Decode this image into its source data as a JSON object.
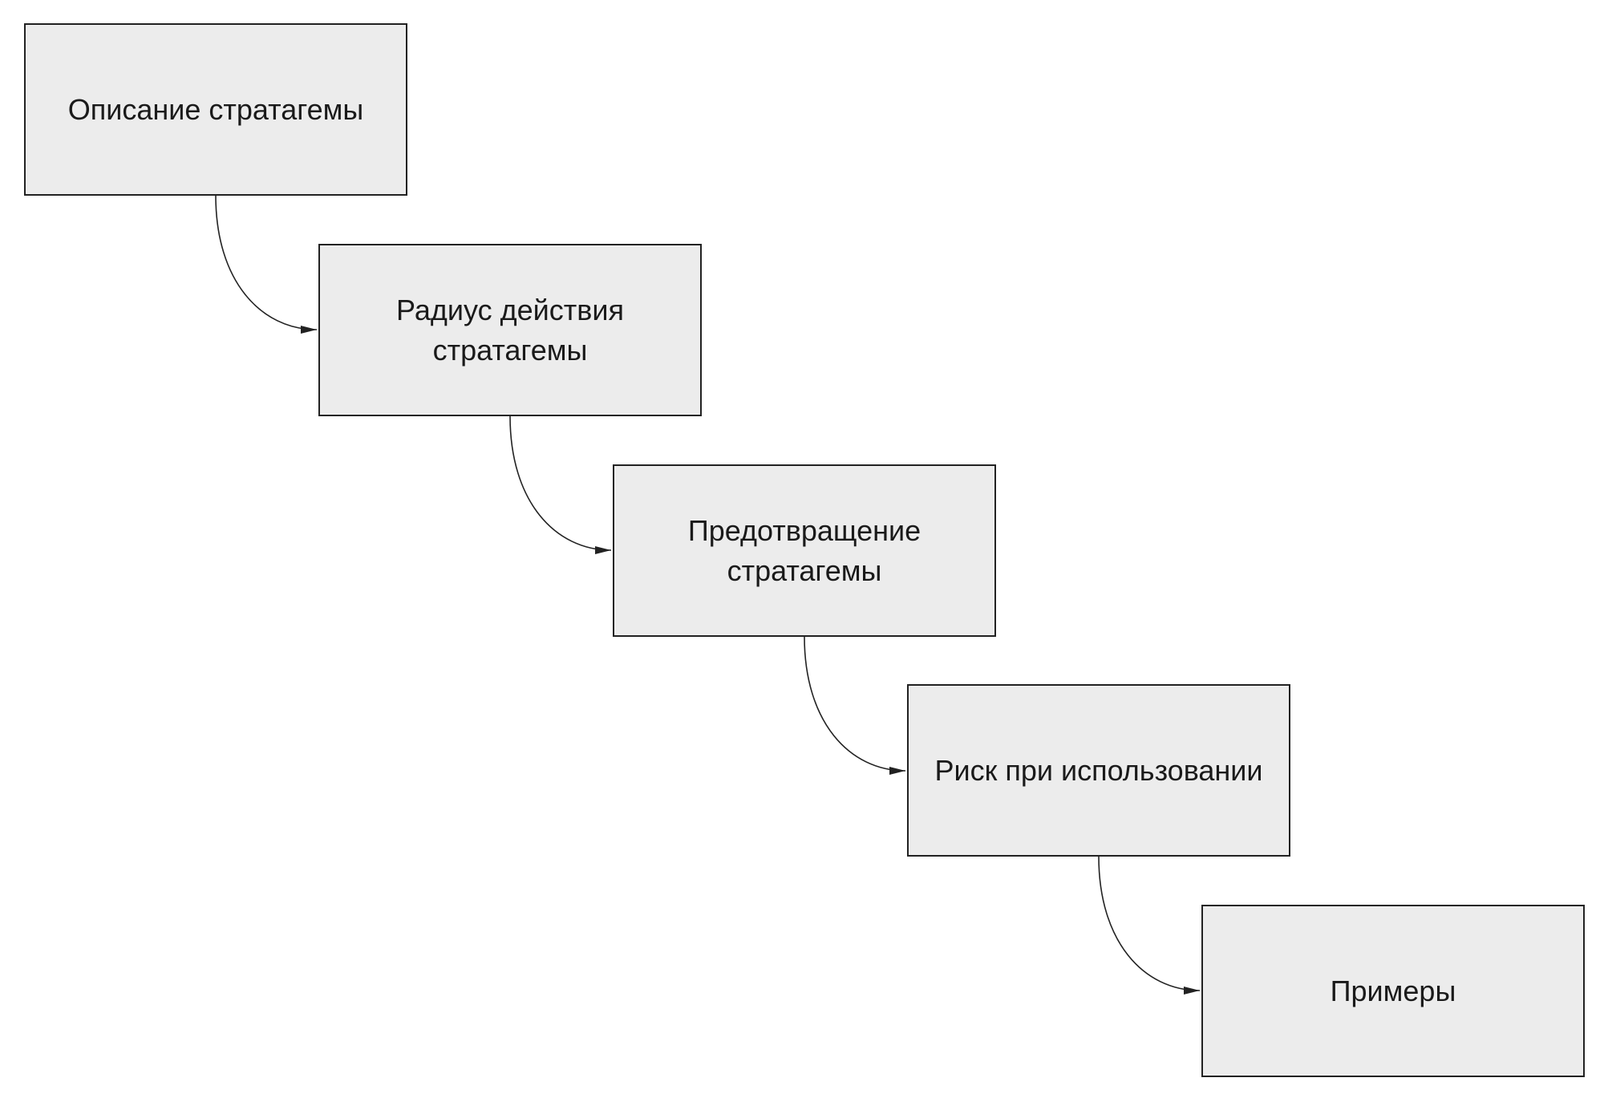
{
  "diagram": {
    "nodes": [
      {
        "id": "n1",
        "label": "Описание стратагемы"
      },
      {
        "id": "n2",
        "label": "Радиус действия стратагемы"
      },
      {
        "id": "n3",
        "label": "Предотвращение стратагемы"
      },
      {
        "id": "n4",
        "label": "Риск при использовании"
      },
      {
        "id": "n5",
        "label": "Примеры"
      }
    ],
    "edges": [
      {
        "from": "n1",
        "to": "n2"
      },
      {
        "from": "n2",
        "to": "n3"
      },
      {
        "from": "n3",
        "to": "n4"
      },
      {
        "from": "n4",
        "to": "n5"
      }
    ],
    "colors": {
      "node_fill": "#ececec",
      "node_border": "#222222",
      "edge": "#222222",
      "text": "#1a1a1a"
    }
  }
}
